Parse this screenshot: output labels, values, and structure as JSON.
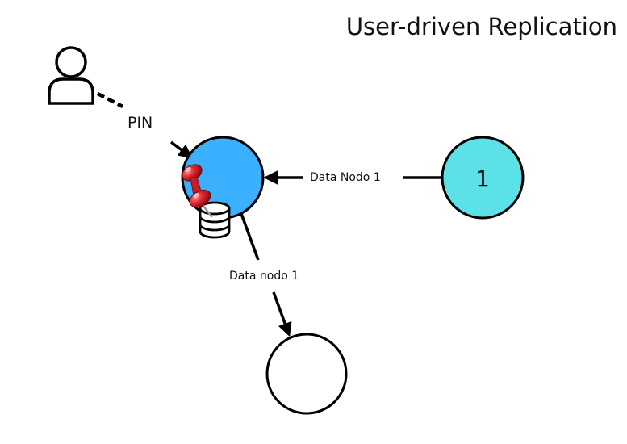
{
  "title": "User-driven Replication",
  "user": {
    "icon": "user-icon"
  },
  "edges": {
    "pin_label": "PIN",
    "replica_to_primary_label": "Data  Nodo 1",
    "primary_to_target_label": "Data nodo 1"
  },
  "nodes": {
    "primary": {
      "color": "#3AB0FF",
      "icons": [
        "pushpin-icon",
        "database-icon"
      ]
    },
    "node_1": {
      "label": "1",
      "color": "#5CE1E6"
    },
    "target": {
      "color": "#FFFFFF"
    }
  },
  "colors": {
    "stroke": "#000000",
    "pin_red": "#D8202A"
  }
}
